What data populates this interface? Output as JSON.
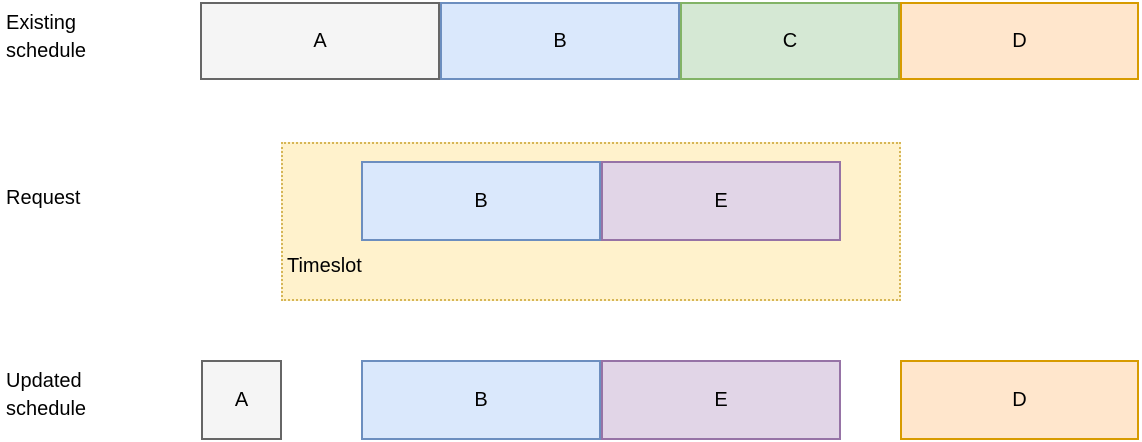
{
  "palette": {
    "gray": {
      "fill": "#f5f5f5",
      "stroke": "#666666"
    },
    "blue": {
      "fill": "#dae8fc",
      "stroke": "#6c8ebf"
    },
    "green": {
      "fill": "#d5e8d4",
      "stroke": "#82b366"
    },
    "orange": {
      "fill": "#ffe6cc",
      "stroke": "#d79b00"
    },
    "purple": {
      "fill": "#e1d5e7",
      "stroke": "#9673a6"
    },
    "yellow": {
      "fill": "#fff2cc",
      "stroke": "#d6b656"
    }
  },
  "diagram": {
    "existing": {
      "label": "Existing schedule",
      "blocks": [
        {
          "letter": "A",
          "color": "gray"
        },
        {
          "letter": "B",
          "color": "blue"
        },
        {
          "letter": "C",
          "color": "green"
        },
        {
          "letter": "D",
          "color": "orange"
        }
      ]
    },
    "request": {
      "label": "Request",
      "timeslot_label": "Timeslot",
      "container_color": "yellow",
      "blocks": [
        {
          "letter": "B",
          "color": "blue"
        },
        {
          "letter": "E",
          "color": "purple"
        }
      ]
    },
    "updated": {
      "label": "Updated schedule",
      "blocks": [
        {
          "letter": "A",
          "color": "gray"
        },
        {
          "letter": "B",
          "color": "blue"
        },
        {
          "letter": "E",
          "color": "purple"
        },
        {
          "letter": "D",
          "color": "orange"
        }
      ]
    }
  }
}
